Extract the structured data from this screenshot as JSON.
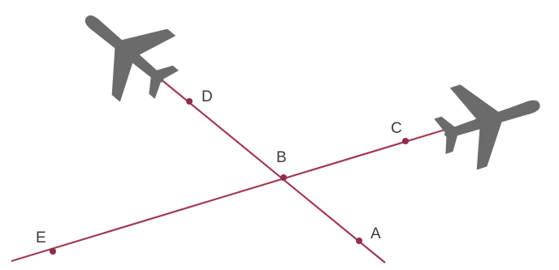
{
  "colors": {
    "path_line": "#a03a55",
    "point_dot": "#8e2e49",
    "label_text": "#3a3a3a",
    "airplane": "#6b6b6b",
    "background": "#ffffff"
  },
  "icons": {
    "plane_left": "airplane-icon",
    "plane_right": "airplane-icon"
  },
  "points": {
    "A": {
      "label": "A"
    },
    "B": {
      "label": "B"
    },
    "C": {
      "label": "C"
    },
    "D": {
      "label": "D"
    },
    "E": {
      "label": "E"
    }
  }
}
